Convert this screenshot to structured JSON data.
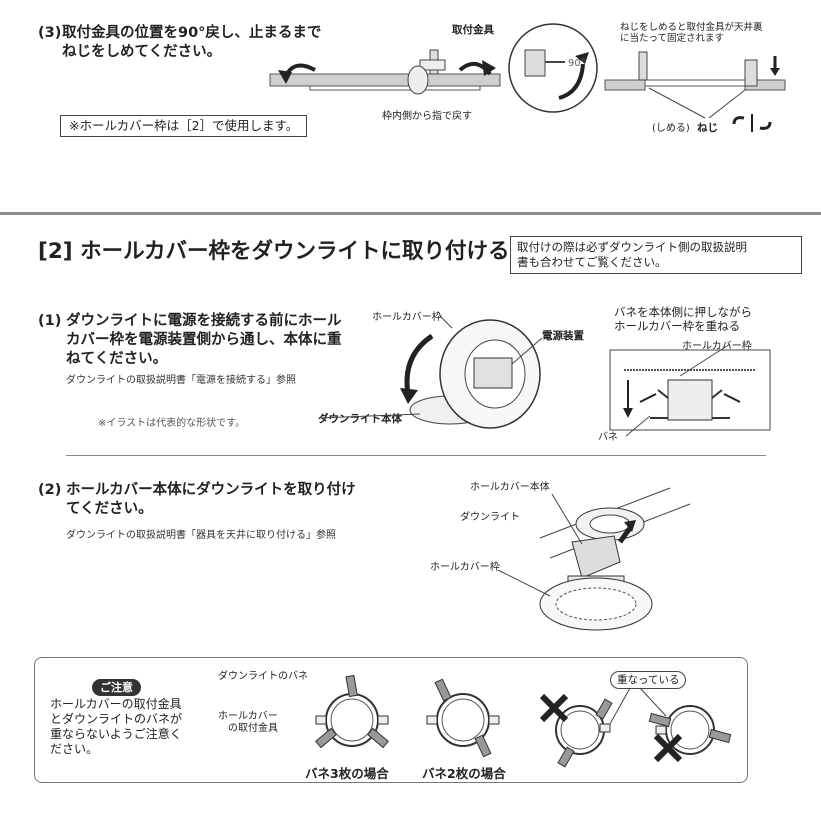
{
  "step3": {
    "number": "(3)",
    "text_line1": "取付金具の位置を90°戻し、止まるまで",
    "text_line2": "ねじをしめてください。",
    "boxed_note": "※ホールカバー枠は［2］で使用します。",
    "fig1_label_bracket": "取付金具",
    "fig1_label_return": "枠内側から指で戻す",
    "fig1_angle": "90°",
    "fig2_note_line1": "ねじをしめると取付金具が天井裏",
    "fig2_note_line2": "に当たって固定されます",
    "fig2_label_tighten": "(しめる)",
    "fig2_label_screw": "ねじ"
  },
  "section2": {
    "heading": "[2] ホールカバー枠をダウンライトに取り付ける",
    "side_note_line1": "取付けの際は必ずダウンライト側の取扱説明",
    "side_note_line2": "書も合わせてご覧ください。"
  },
  "step1": {
    "number": "(1)",
    "text_line1": "ダウンライトに電源を接続する前にホール",
    "text_line2": "カバー枠を電源装置側から通し、本体に重",
    "text_line3": "ねてください。",
    "reference": "ダウンライトの取扱説明書「電源を接続する」参照",
    "illustration_note": "※イラストは代表的な形状です。",
    "fig_label_frame": "ホールカバー枠",
    "fig_label_power": "電源装置",
    "fig_label_body": "ダウンライト本体",
    "fig2_caption_line1": "バネを本体側に押しながら",
    "fig2_caption_line2": "ホールカバー枠を重ねる",
    "fig2_label_frame": "ホールカバー枠",
    "fig2_label_spring": "バネ"
  },
  "step2": {
    "number": "(2)",
    "text_line1": "ホールカバー本体にダウンライトを取り付け",
    "text_line2": "てください。",
    "reference": "ダウンライトの取扱説明書「器具を天井に取り付ける」参照",
    "fig_label_cover_body": "ホールカバー本体",
    "fig_label_downlight": "ダウンライト",
    "fig_label_frame": "ホールカバー枠"
  },
  "caution": {
    "badge": "ご注意",
    "text_line1": "ホールカバーの取付金具",
    "text_line2": "とダウンライトのバネが",
    "text_line3": "重ならないようご注意く",
    "text_line4": "ださい。",
    "label_springs": "ダウンライトのバネ",
    "label_bracket_line1": "ホールカバー",
    "label_bracket_line2": "の取付金具",
    "caption_3springs": "バネ3枚の場合",
    "caption_2springs": "バネ2枚の場合",
    "overlap_label": "重なっている"
  }
}
